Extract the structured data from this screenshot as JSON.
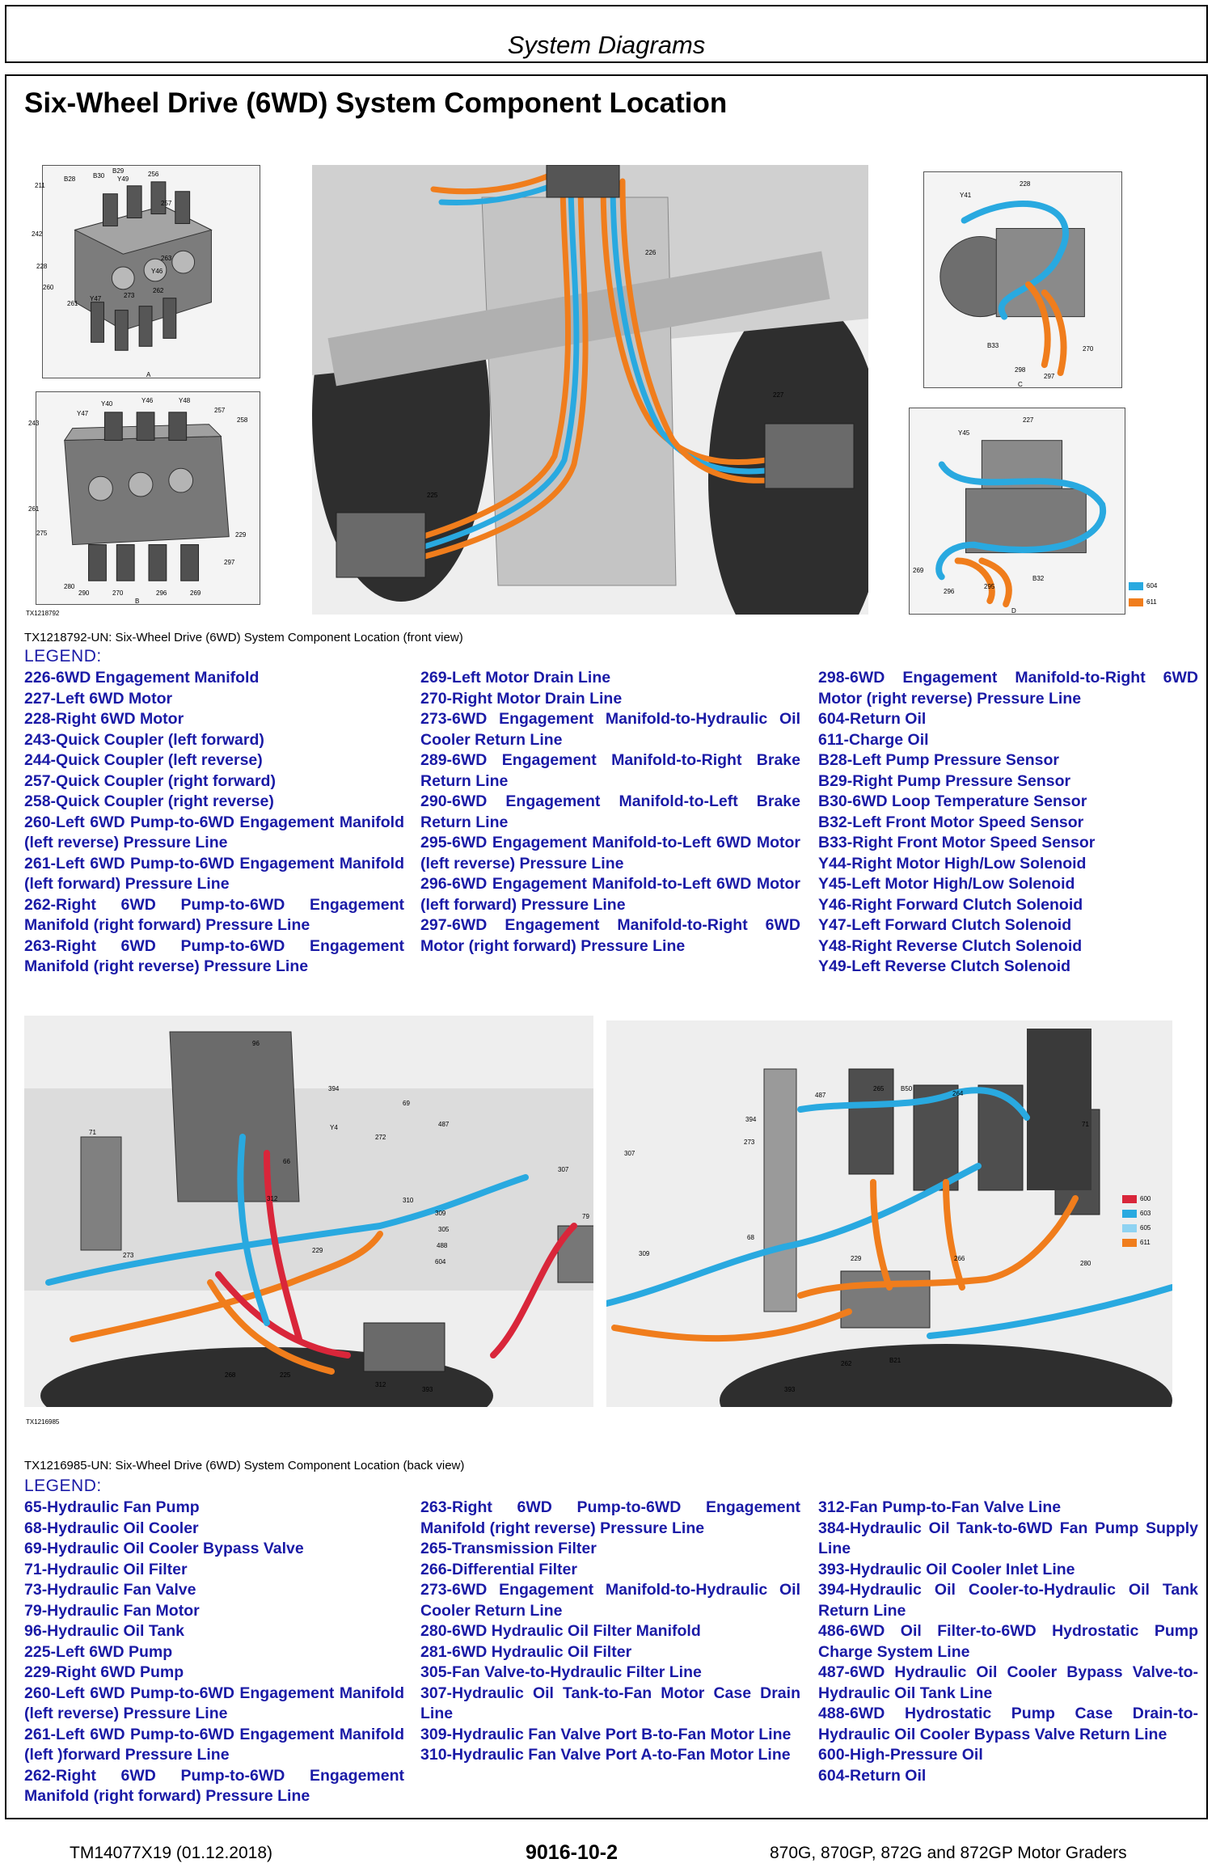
{
  "header": {
    "title": "System Diagrams"
  },
  "page_title": "Six-Wheel Drive (6WD) System Component Location",
  "figure1": {
    "image_id": "TX1218792",
    "caption": "TX1218792-UN: Six-Wheel Drive (6WD) System Component Location (front view)",
    "view_labels": {
      "a": "A",
      "b": "B",
      "c": "C",
      "d": "D"
    },
    "key_labels": [
      "604",
      "611"
    ],
    "callouts": {
      "a": [
        "211",
        "B28",
        "B30",
        "B29",
        "Y49",
        "256",
        "257",
        "242",
        "228",
        "263",
        "Y46",
        "260",
        "261",
        "Y47",
        "273",
        "262"
      ],
      "b": [
        "243",
        "Y40",
        "Y46",
        "Y48",
        "257",
        "258",
        "Y47",
        "261",
        "229",
        "275",
        "297",
        "280",
        "290",
        "270",
        "296",
        "269"
      ],
      "main": [
        "226",
        "227",
        "225"
      ],
      "c": [
        "Y41",
        "228",
        "B33",
        "298",
        "297",
        "270"
      ],
      "d": [
        "Y45",
        "227",
        "269",
        "296",
        "295",
        "B32"
      ]
    }
  },
  "legend1": {
    "title": "LEGEND:",
    "columns": [
      [
        "226-6WD Engagement Manifold",
        "227-Left 6WD Motor",
        "228-Right 6WD Motor",
        "243-Quick Coupler (left forward)",
        "244-Quick Coupler (left reverse)",
        "257-Quick Coupler (right forward)",
        "258-Quick Coupler (right reverse)",
        "260-Left 6WD Pump-to-6WD Engagement Manifold (left reverse) Pressure Line",
        "261-Left 6WD Pump-to-6WD Engagement Manifold (left forward) Pressure Line",
        "262-Right 6WD Pump-to-6WD Engagement Manifold (right forward) Pressure Line",
        "263-Right 6WD Pump-to-6WD Engagement Manifold (right reverse) Pressure Line"
      ],
      [
        "269-Left Motor Drain Line",
        "270-Right Motor Drain Line",
        "273-6WD Engagement Manifold-to-Hydraulic Oil Cooler Return Line",
        "289-6WD Engagement Manifold-to-Right Brake Return Line",
        "290-6WD Engagement Manifold-to-Left Brake Return Line",
        "295-6WD Engagement Manifold-to-Left 6WD Motor (left reverse) Pressure Line",
        "296-6WD Engagement Manifold-to-Left 6WD Motor (left forward) Pressure Line",
        "297-6WD Engagement Manifold-to-Right 6WD Motor (right forward) Pressure Line"
      ],
      [
        "298-6WD Engagement Manifold-to-Right 6WD Motor (right reverse) Pressure Line",
        "604-Return Oil",
        "611-Charge Oil",
        "B28-Left Pump Pressure Sensor",
        "B29-Right Pump Pressure Sensor",
        "B30-6WD Loop Temperature Sensor",
        "B32-Left Front Motor Speed Sensor",
        "B33-Right Front Motor Speed Sensor",
        "Y44-Right Motor High/Low Solenoid",
        "Y45-Left Motor High/Low Solenoid",
        "Y46-Right Forward Clutch Solenoid",
        "Y47-Left Forward Clutch Solenoid",
        "Y48-Right Reverse Clutch Solenoid",
        "Y49-Left Reverse Clutch Solenoid"
      ]
    ]
  },
  "figure2": {
    "image_id": "TX1216985",
    "caption": "TX1216985-UN: Six-Wheel Drive (6WD) System Component Location (back view)",
    "key_labels": [
      "600",
      "603",
      "605",
      "611"
    ],
    "callouts_left": [
      "71",
      "273",
      "96",
      "394",
      "69",
      "487",
      "Y4",
      "272",
      "66",
      "312",
      "229",
      "310",
      "309",
      "305",
      "488",
      "604",
      "268",
      "225",
      "312",
      "393",
      "307",
      "79"
    ],
    "callouts_right": [
      "307",
      "309",
      "394",
      "273",
      "68",
      "487",
      "265",
      "B50",
      "264",
      "71",
      "229",
      "266",
      "280",
      "262",
      "B21",
      "393"
    ]
  },
  "legend2": {
    "title": "LEGEND:",
    "columns": [
      [
        "65-Hydraulic Fan Pump",
        "68-Hydraulic Oil Cooler",
        "69-Hydraulic Oil Cooler Bypass Valve",
        "71-Hydraulic Oil Filter",
        "73-Hydraulic Fan Valve",
        "79-Hydraulic Fan Motor",
        "96-Hydraulic Oil Tank",
        "225-Left 6WD Pump",
        "229-Right 6WD Pump",
        "260-Left 6WD Pump-to-6WD Engagement Manifold (left reverse) Pressure Line",
        "261-Left 6WD Pump-to-6WD Engagement Manifold (left )forward Pressure Line",
        "262-Right 6WD Pump-to-6WD Engagement Manifold (right forward) Pressure Line"
      ],
      [
        "263-Right 6WD Pump-to-6WD Engagement Manifold (right reverse) Pressure Line",
        "265-Transmission Filter",
        "266-Differential Filter",
        "273-6WD Engagement Manifold-to-Hydraulic Oil Cooler Return Line",
        "280-6WD Hydraulic Oil Filter Manifold",
        "281-6WD Hydraulic Oil Filter",
        "305-Fan Valve-to-Hydraulic Filter Line",
        "307-Hydraulic Oil Tank-to-Fan Motor Case Drain Line",
        "309-Hydraulic Fan Valve Port B-to-Fan Motor Line",
        "310-Hydraulic Fan Valve Port A-to-Fan Motor Line"
      ],
      [
        "312-Fan Pump-to-Fan Valve Line",
        "384-Hydraulic Oil Tank-to-6WD Fan Pump Supply Line",
        "393-Hydraulic Oil Cooler Inlet Line",
        "394-Hydraulic Oil Cooler-to-Hydraulic Oil Tank Return Line",
        "486-6WD Oil Filter-to-6WD Hydrostatic Pump Charge System Line",
        "487-6WD Hydraulic Oil Cooler Bypass Valve-to-Hydraulic Oil Tank Line",
        "488-6WD Hydrostatic Pump Case Drain-to-Hydraulic Oil Cooler Bypass Valve Return Line",
        "600-High-Pressure Oil",
        "604-Return Oil"
      ]
    ]
  },
  "footer": {
    "left": "TM14077X19 (01.12.2018)",
    "center": "9016-10-2",
    "right": "870G, 870GP, 872G and 872GP Motor Graders"
  },
  "colors": {
    "return_oil": "#29a9e0",
    "charge_oil": "#f07d1c",
    "high_pressure_oil": "#d9263a",
    "line_604": "#8fd3f2",
    "legend_text": "#1a1aa6"
  }
}
